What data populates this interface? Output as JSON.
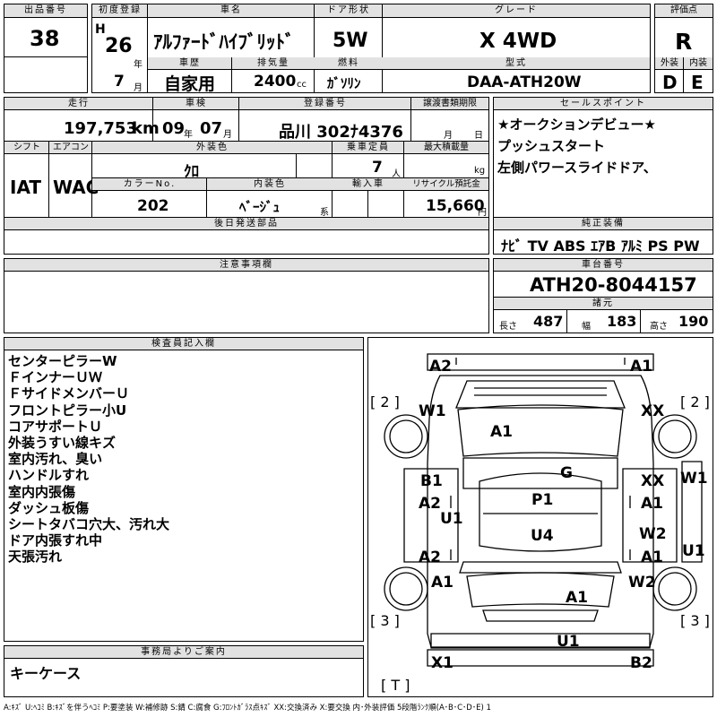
{
  "top": {
    "lot_label": "出品番号",
    "lot": "38",
    "year_label": "初度登録",
    "era": "H",
    "year": "26",
    "year_unit": "年",
    "month": "7",
    "month_unit": "月",
    "name_label": "車名",
    "name": "ｱﾙﾌｧｰﾄﾞﾊｲﾌﾞﾘｯﾄﾞ",
    "history_label": "車歴",
    "history": "自家用",
    "displacement_label": "排気量",
    "displacement": "2400",
    "displacement_unit": "cc",
    "door_label": "ドア形状",
    "door": "5W",
    "fuel_label": "燃料",
    "fuel": "ｶﾞｿﾘﾝ",
    "grade_label": "グレード",
    "grade": "X 4WD",
    "model_label": "型式",
    "model": "DAA-ATH20W",
    "score_label": "評価点",
    "score": "R",
    "exterior_label": "外装",
    "exterior": "D",
    "interior_label": "内装",
    "interior": "E"
  },
  "mid": {
    "mileage_label": "走行",
    "mileage": "197,753",
    "mileage_unit": "km",
    "inspection_label": "車検",
    "insp_year": "09",
    "insp_year_unit": "年",
    "insp_month": "07",
    "insp_month_unit": "月",
    "plate_label": "登録番号",
    "plate": "品川 302ﾅ4376",
    "transfer_label": "譲渡書類期限",
    "transfer_month_unit": "月",
    "transfer_day_unit": "日",
    "shift_label": "シフト",
    "shift": "IAT",
    "ac_label": "エアコン",
    "ac": "WAC",
    "color_label": "外装色",
    "color": "ｸﾛ",
    "capacity_label": "乗車定員",
    "capacity": "7",
    "capacity_unit": "人",
    "load_label": "最大積載量",
    "load_unit": "kg",
    "colorno_label": "カラーNo.",
    "colorno": "202",
    "intcolor_label": "内装色",
    "intcolor": "ﾍﾞｰｼﾞｭ",
    "intcolor_unit": "系",
    "import_label": "輸入車",
    "recycle_label": "リサイクル預託金",
    "recycle": "15,660",
    "recycle_unit": "円",
    "delivery_label": "後日発送部品",
    "sales_label": "セールスポイント",
    "sales": [
      "★オークションデビュー★",
      "プッシュスタート",
      "左側パワースライドドア、"
    ],
    "equip_label": "純正装備",
    "equip": "ﾅﾋﾞ TV ABS ｴｱB ｱﾙﾐ PS PW"
  },
  "notes_label": "注意事項欄",
  "chassis": {
    "label": "車台番号",
    "number": "ATH20-8044157",
    "spec_label": "諸元",
    "length_label": "長さ",
    "length": "487",
    "width_label": "幅",
    "width": "183",
    "height_label": "高さ",
    "height": "190"
  },
  "inspector": {
    "label": "検査員記入欄",
    "lines": [
      "センターピラーW",
      "ＦインナーＵＷ",
      "ＦサイドメンバーＵ",
      "フロントピラー小U",
      "コアサポートＵ",
      "外装うすい線キズ",
      "室内汚れ、臭い",
      "ハンドルすれ",
      "室内内張傷",
      "ダッシュ板傷",
      "シートタバコ穴大、汚れ大",
      "ドア内張すれ中",
      "天張汚れ"
    ]
  },
  "office": {
    "label": "事務局よりご案内",
    "text": "キーケース"
  },
  "diagram": {
    "a2_tl": "A2",
    "a1_tr": "A1",
    "br2_l": "[ 2 ]",
    "br2_r": "[ 2 ]",
    "w1_l": "W1",
    "xx_r": "XX",
    "a1_hood": "A1",
    "g": "G",
    "b1": "B1",
    "xx_rd": "XX",
    "w1_r": "W1",
    "a2_l1": "A2",
    "a1_r1": "A1",
    "p1": "P1",
    "u1_l": "U1",
    "u4": "U4",
    "w2_r": "W2",
    "a2_l2": "A2",
    "a1_r2": "A1",
    "u1_r": "U1",
    "a1_l3": "A1",
    "w2_r2": "W2",
    "a1_back": "A1",
    "br3_l": "[ 3 ]",
    "br3_r": "[ 3 ]",
    "u1_back": "U1",
    "x1": "X1",
    "b2": "B2",
    "bt": "[ T ]"
  },
  "legend": "A:ｷｽﾞ U:ﾍｺﾐ B:ｷｽﾞを伴うﾍｺﾐ P:要塗装 W:補修跡 S:錆 C:腐食 G:ﾌﾛﾝﾄｶﾞﾗｽ点ｷｽﾞ XX:交換済み X:要交換 内･外装評価 5段階ﾗﾝｸ順(A･B･C･D･E) 1"
}
